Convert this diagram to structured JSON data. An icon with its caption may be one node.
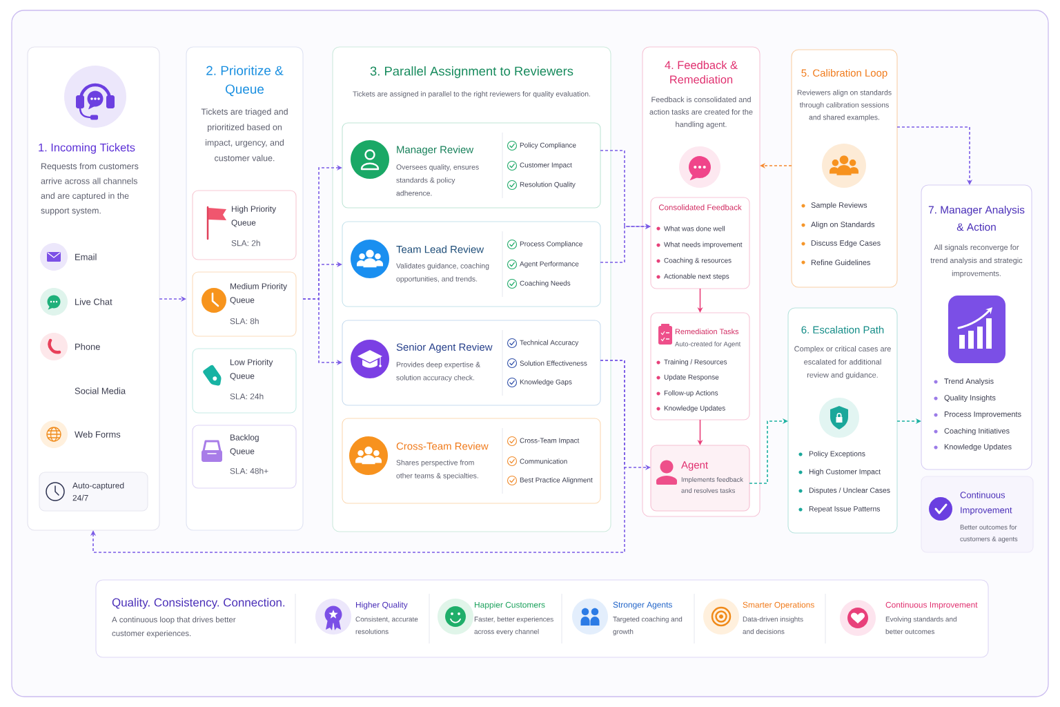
{
  "diagram": {
    "nodes": [
      {
        "text": [
          "1. Incoming Tickets",
          "Requests from customers arrive across all channels and are captured in the support system.",
          "Email",
          "Live Chat",
          "Phone",
          "Social Media",
          "Web Forms"
        ]
      },
      {
        "text": [
          "Auto-captured 24/7"
        ],
        "in": 0
      },
      {
        "text": [
          "2. Prioritize & Queue",
          "Tickets are triaged and prioritized based on impact, urgency, and customer value."
        ]
      },
      {
        "text": [
          "High Priority Queue",
          "SLA: 2h"
        ],
        "in": 2
      },
      {
        "text": [
          "Medium Priority Queue",
          "SLA: 8h"
        ],
        "in": 2
      },
      {
        "text": [
          "Low Priority Queue",
          "SLA: 24h"
        ],
        "in": 2
      },
      {
        "text": [
          "Backlog Queue",
          "SLA: 48h+"
        ],
        "in": 2
      },
      {
        "text": [
          "3. Parallel Assignment to Reviewers",
          "Tickets are assigned in parallel to the right reviewers for quality evaluation."
        ]
      },
      {
        "text": [
          "Manager Review",
          "Oversees quality, ensures standards & policy adherence.",
          "Policy Compliance",
          "Customer Impact",
          "Resolution Quality"
        ],
        "in": 7
      },
      {
        "text": [
          "Team Lead Review",
          "Validates guidance, coaching opportunities, and trends.",
          "Process Compliance",
          "Agent Performance",
          "Coaching Needs"
        ],
        "in": 7
      },
      {
        "text": [
          "Senior Agent Review",
          "Provides deep expertise & solution accuracy check.",
          "Technical Accuracy",
          "Solution Effectiveness",
          "Knowledge Gaps"
        ],
        "in": 7
      },
      {
        "text": [
          "Cross-Team Review",
          "Shares perspective from other teams & specialties.",
          "Cross-Team Impact",
          "Communication",
          "Best Practice Alignment"
        ],
        "in": 7
      },
      {
        "text": [
          "4. Feedback & Remediation",
          "Feedback is consolidated and action tasks are created for the handling agent."
        ]
      },
      {
        "text": [
          "Consolidated Feedback",
          "What was done well",
          "What needs improvement",
          "Coaching & resources",
          "Actionable next steps"
        ],
        "in": 12
      },
      {
        "text": [
          "Remediation Tasks",
          "Auto-created for Agent",
          "Training / Resources",
          "Update Response",
          "Follow-up Actions",
          "Knowledge Updates"
        ],
        "in": 12
      },
      {
        "text": [
          "Agent",
          "Implements feedback and resolves tasks"
        ],
        "in": 12
      },
      {
        "text": [
          "5. Calibration Loop",
          "Reviewers align on standards through calibration sessions and shared examples.",
          "Sample Reviews",
          "Align on Standards",
          "Discuss Edge Cases",
          "Refine Guidelines"
        ]
      },
      {
        "text": [
          "6. Escalation Path",
          "Complex or critical cases are escalated for additional review and guidance.",
          "Policy Exceptions",
          "High Customer Impact",
          "Disputes / Unclear Cases",
          "Repeat Issue Patterns"
        ]
      },
      {
        "text": [
          "7. Manager Analysis & Action",
          "All signals reconverge for trend analysis and strategic improvements.",
          "Trend Analysis",
          "Quality Insights",
          "Process Improvements",
          "Coaching Initiatives",
          "Knowledge Updates"
        ]
      },
      {
        "text": [
          "Continuous Improvement",
          "Better outcomes for customers & agents"
        ]
      },
      {
        "text": [
          "Quality. Consistency. Connection.",
          "A continuous loop that drives better customer experiences.",
          "Higher Quality",
          "Consistent, accurate resolutions",
          "Happier Customers",
          "Faster, better experiences across every channel",
          "Stronger Agents",
          "Targeted coaching and growth",
          "Smarter Operations",
          "Data-driven insights and decisions",
          "Continuous Improvement",
          "Evolving standards and better outcomes"
        ]
      }
    ],
    "edges": [
      {
        "from": 0,
        "to": 2,
        "arrow": "to",
        "style": "dashed"
      },
      {
        "from": 2,
        "to": 8,
        "arrow": "to",
        "style": "dashed"
      },
      {
        "from": 2,
        "to": 9,
        "arrow": "to",
        "style": "dashed"
      },
      {
        "from": 2,
        "to": 10,
        "arrow": "to",
        "style": "dashed"
      },
      {
        "from": 8,
        "to": 13,
        "arrow": "to",
        "style": "dashed"
      },
      {
        "from": 9,
        "to": 13,
        "arrow": "to",
        "style": "dashed"
      },
      {
        "from": 10,
        "to": 15,
        "arrow": "to",
        "style": "dashed"
      },
      {
        "from": 10,
        "to": 0,
        "arrow": "to",
        "style": "dashed"
      },
      {
        "from": 16,
        "to": 12,
        "arrow": "to",
        "style": "dashed",
        "color": "#f5872b"
      },
      {
        "from": 16,
        "to": 18,
        "arrow": "to",
        "style": "dashed"
      },
      {
        "from": 15,
        "to": 17,
        "arrow": "to",
        "style": "dashed",
        "color": "#1ab0a0"
      },
      {
        "from": 17,
        "to": 18,
        "arrow": "to",
        "style": "dashed",
        "color": "#1ab0a0"
      },
      {
        "from": 13,
        "to": 14,
        "arrow": "to",
        "color": "#e8407a"
      },
      {
        "from": 14,
        "to": 15,
        "arrow": "to",
        "color": "#e8407a"
      }
    ]
  }
}
